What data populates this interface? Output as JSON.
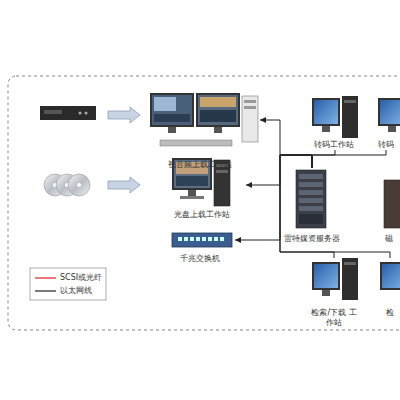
{
  "diagram": {
    "nodes": [
      {
        "text": [
          "视音频上载工作站"
        ]
      },
      {
        "text": [
          "转码工作站"
        ]
      },
      {
        "text": [
          "转码"
        ]
      },
      {
        "text": [
          "光盘上载工作站"
        ]
      },
      {
        "text": [
          "雷特媒资服务器"
        ]
      },
      {
        "text": [
          "磁"
        ]
      },
      {
        "text": [
          "千兆交换机"
        ]
      },
      {
        "text": [
          "检索/下载 工作站"
        ]
      },
      {
        "text": [
          "检"
        ]
      }
    ],
    "edges": [
      {
        "from": 4,
        "to": 0,
        "arrow": "to"
      },
      {
        "from": 4,
        "to": 3,
        "arrow": "to"
      },
      {
        "from": 4,
        "to": 6,
        "arrow": "to"
      },
      {
        "from": 4,
        "to": 1,
        "arrow": "none"
      },
      {
        "from": 4,
        "to": 2,
        "arrow": "none"
      },
      {
        "from": 4,
        "to": 7,
        "arrow": "none"
      },
      {
        "from": 4,
        "to": 8,
        "arrow": "none"
      }
    ],
    "legend": [
      {
        "text": "SCSI或光纤"
      },
      {
        "text": "以太网线"
      }
    ]
  }
}
